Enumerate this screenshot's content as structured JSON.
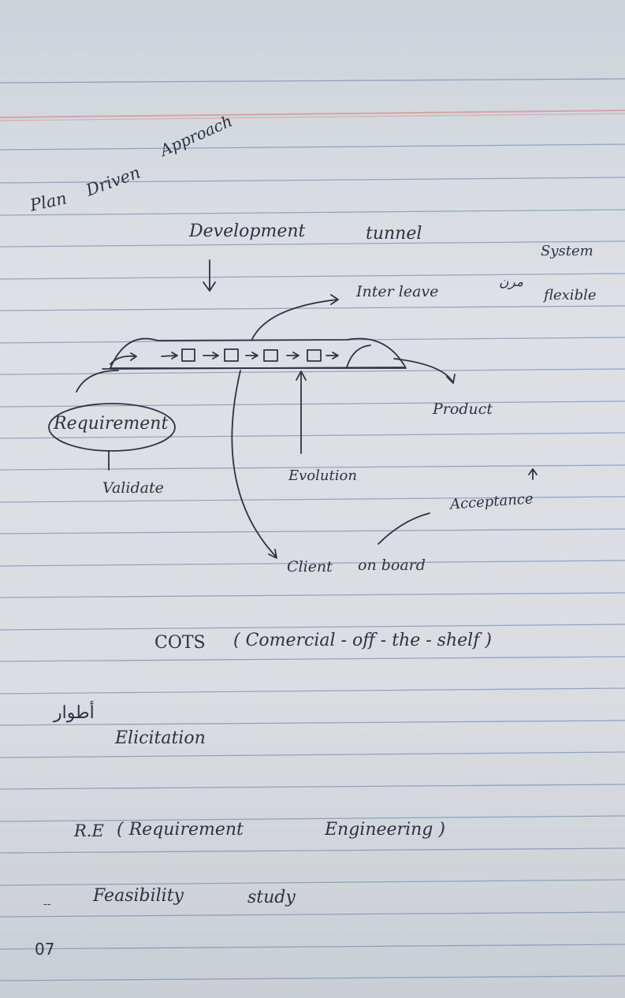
{
  "notes": {
    "title_plan": "Plan",
    "title_driven": "Driven",
    "title_approach": "Approach",
    "dev_tunnel_1": "Development",
    "dev_tunnel_2": "tunnel",
    "system": "System",
    "arabic_note": "مرن",
    "flexible": "flexible",
    "interleave": "Inter leave",
    "requirement": "Requirement",
    "product": "Product",
    "validate": "Validate",
    "evolution": "Evolution",
    "acceptance": "Acceptance",
    "client": "Client",
    "onboard": "on board",
    "cots": "COTS",
    "cots_expansion": "( Comercial - off - the - shelf )",
    "arabic_tools": "أطوار",
    "elicitation": "Elicitation",
    "re": "R.E",
    "re_expansion_1": "( Requirement",
    "re_expansion_2": "Engineering )",
    "bullet": "--",
    "feasibility": "Feasibility",
    "study": "study",
    "page_number": "07"
  },
  "colors": {
    "ink": "#2e3240",
    "ruled_line": "#7d8fb5",
    "margin_line": "#d69a9a"
  }
}
